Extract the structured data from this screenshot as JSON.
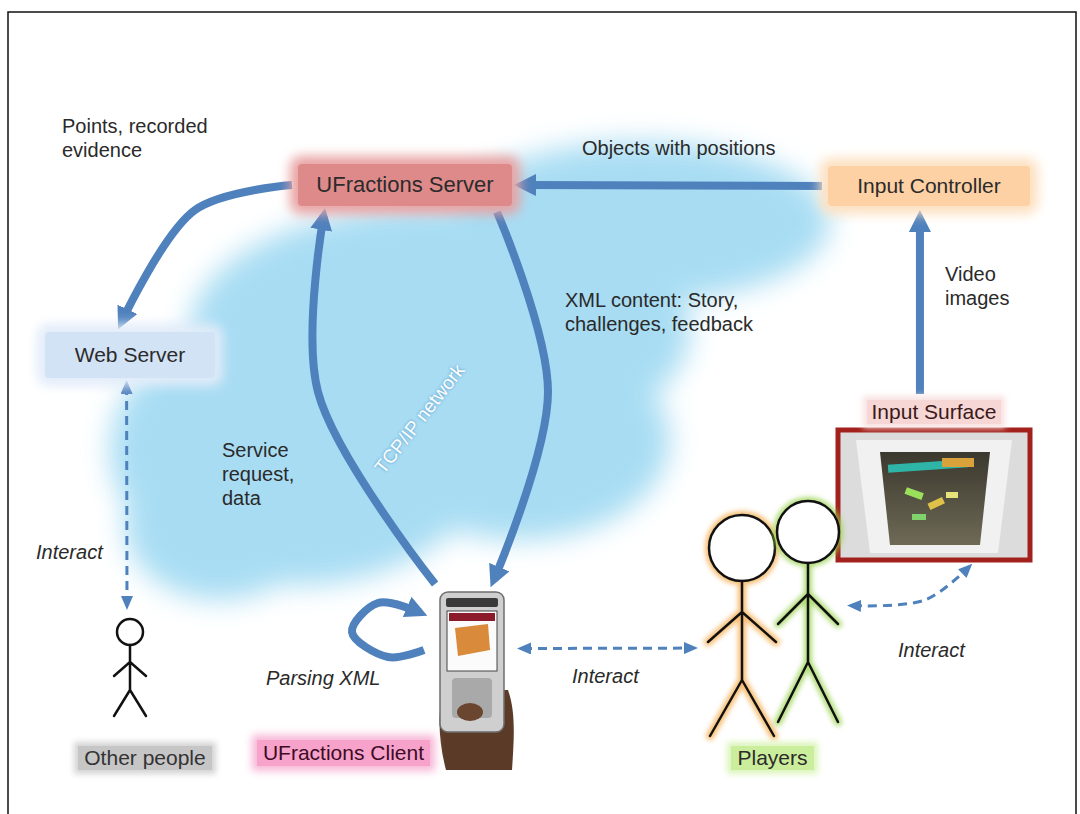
{
  "diagram": {
    "nodes": [
      {
        "text": [
          "UFractions Server"
        ]
      },
      {
        "text": [
          "Input Controller"
        ]
      },
      {
        "text": [
          "Web Server"
        ]
      },
      {
        "text": [
          "Input Surface"
        ]
      },
      {
        "text": [
          "Other people"
        ]
      },
      {
        "text": [
          "UFractions Client"
        ]
      },
      {
        "text": [
          "Players"
        ]
      }
    ],
    "edges": [
      {
        "from": 0,
        "to": 2,
        "label": "Points, recorded evidence",
        "arrow": "to"
      },
      {
        "from": 1,
        "to": 0,
        "label": "Objects with positions",
        "arrow": "to"
      },
      {
        "from": 3,
        "to": 1,
        "label": "Video images",
        "arrow": "to"
      },
      {
        "from": 0,
        "to": 5,
        "label": "XML content: Story, challenges, feedback",
        "arrow": "to"
      },
      {
        "from": 5,
        "to": 0,
        "label": "Service request, data",
        "arrow": "to"
      },
      {
        "from": 5,
        "to": 5,
        "label": "Parsing XML",
        "arrow": "to"
      },
      {
        "from": 2,
        "to": 4,
        "label": "Interact",
        "arrow": "both"
      },
      {
        "from": 5,
        "to": 6,
        "label": "Interact",
        "arrow": "both"
      },
      {
        "from": 6,
        "to": 3,
        "label": "Interact",
        "arrow": "both"
      }
    ],
    "labels": [
      "TCP/IP network"
    ]
  }
}
